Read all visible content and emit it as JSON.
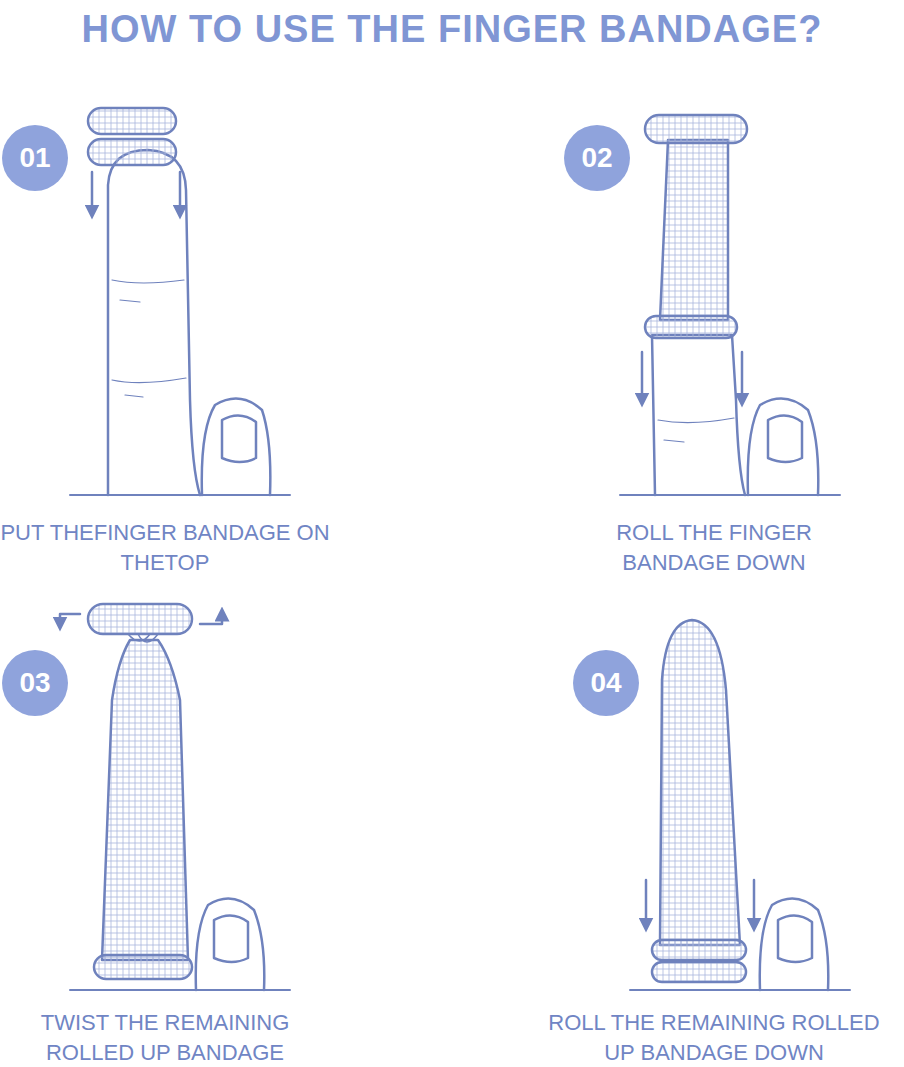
{
  "diagram": {
    "title": "HOW TO USE THE FINGER BANDAGE?",
    "nodes": [
      {
        "text": [
          "01"
        ]
      },
      {
        "text": [
          "02"
        ]
      },
      {
        "text": [
          "03"
        ]
      },
      {
        "text": [
          "04"
        ]
      }
    ],
    "labels": [
      "PUT THEFINGER BANDAGE ON THETOP",
      "ROLL THE FINGER BANDAGE DOWN",
      "TWIST THE REMAINING ROLLED UP BANDAGE",
      "ROLL THE REMAINING ROLLED UP BANDAGE DOWN"
    ]
  }
}
